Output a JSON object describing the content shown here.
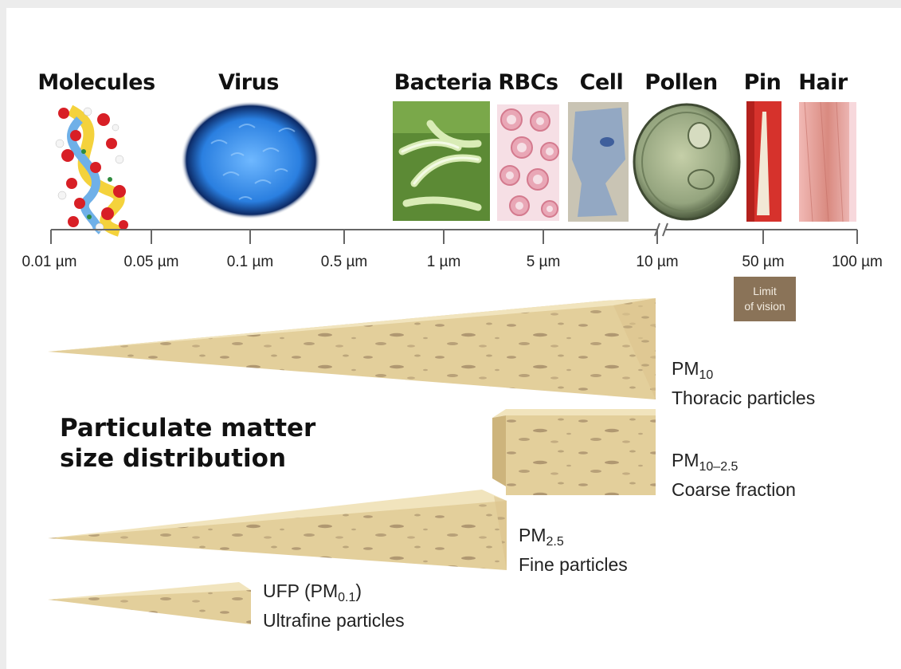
{
  "objects": [
    {
      "label": "Molecules"
    },
    {
      "label": "Virus"
    },
    {
      "label": "Bacteria"
    },
    {
      "label": "RBCs"
    },
    {
      "label": "Cell"
    },
    {
      "label": "Pollen"
    },
    {
      "label": "Pin"
    },
    {
      "label": "Hair"
    }
  ],
  "scale": {
    "ticks": [
      "0.01 µm",
      "0.05 µm",
      "0.1 µm",
      "0.5 µm",
      "1 µm",
      "5 µm",
      "10 µm",
      "50 µm",
      "100 µm"
    ],
    "limit_line1": "Limit",
    "limit_line2": "of vision"
  },
  "title_line1": "Particulate matter",
  "title_line2": "size distribution",
  "fractions": {
    "pm10": {
      "prefix": "PM",
      "sub": "10",
      "desc": "Thoracic particles"
    },
    "coarse": {
      "prefix": "PM",
      "sub": "10–2.5",
      "desc": "Coarse fraction"
    },
    "pm25": {
      "prefix": "PM",
      "sub": "2.5",
      "desc": "Fine particles"
    },
    "ufp": {
      "prefix": "UFP (PM",
      "sub": "0.1",
      "suffix": ")",
      "desc": "Ultrafine particles"
    }
  },
  "colors": {
    "wedge_front": "#e3cf9b",
    "wedge_top": "#efe0b5",
    "wedge_side": "#cdb47c",
    "speckle": "#8d7355",
    "vision_badge": "#8a7358"
  }
}
